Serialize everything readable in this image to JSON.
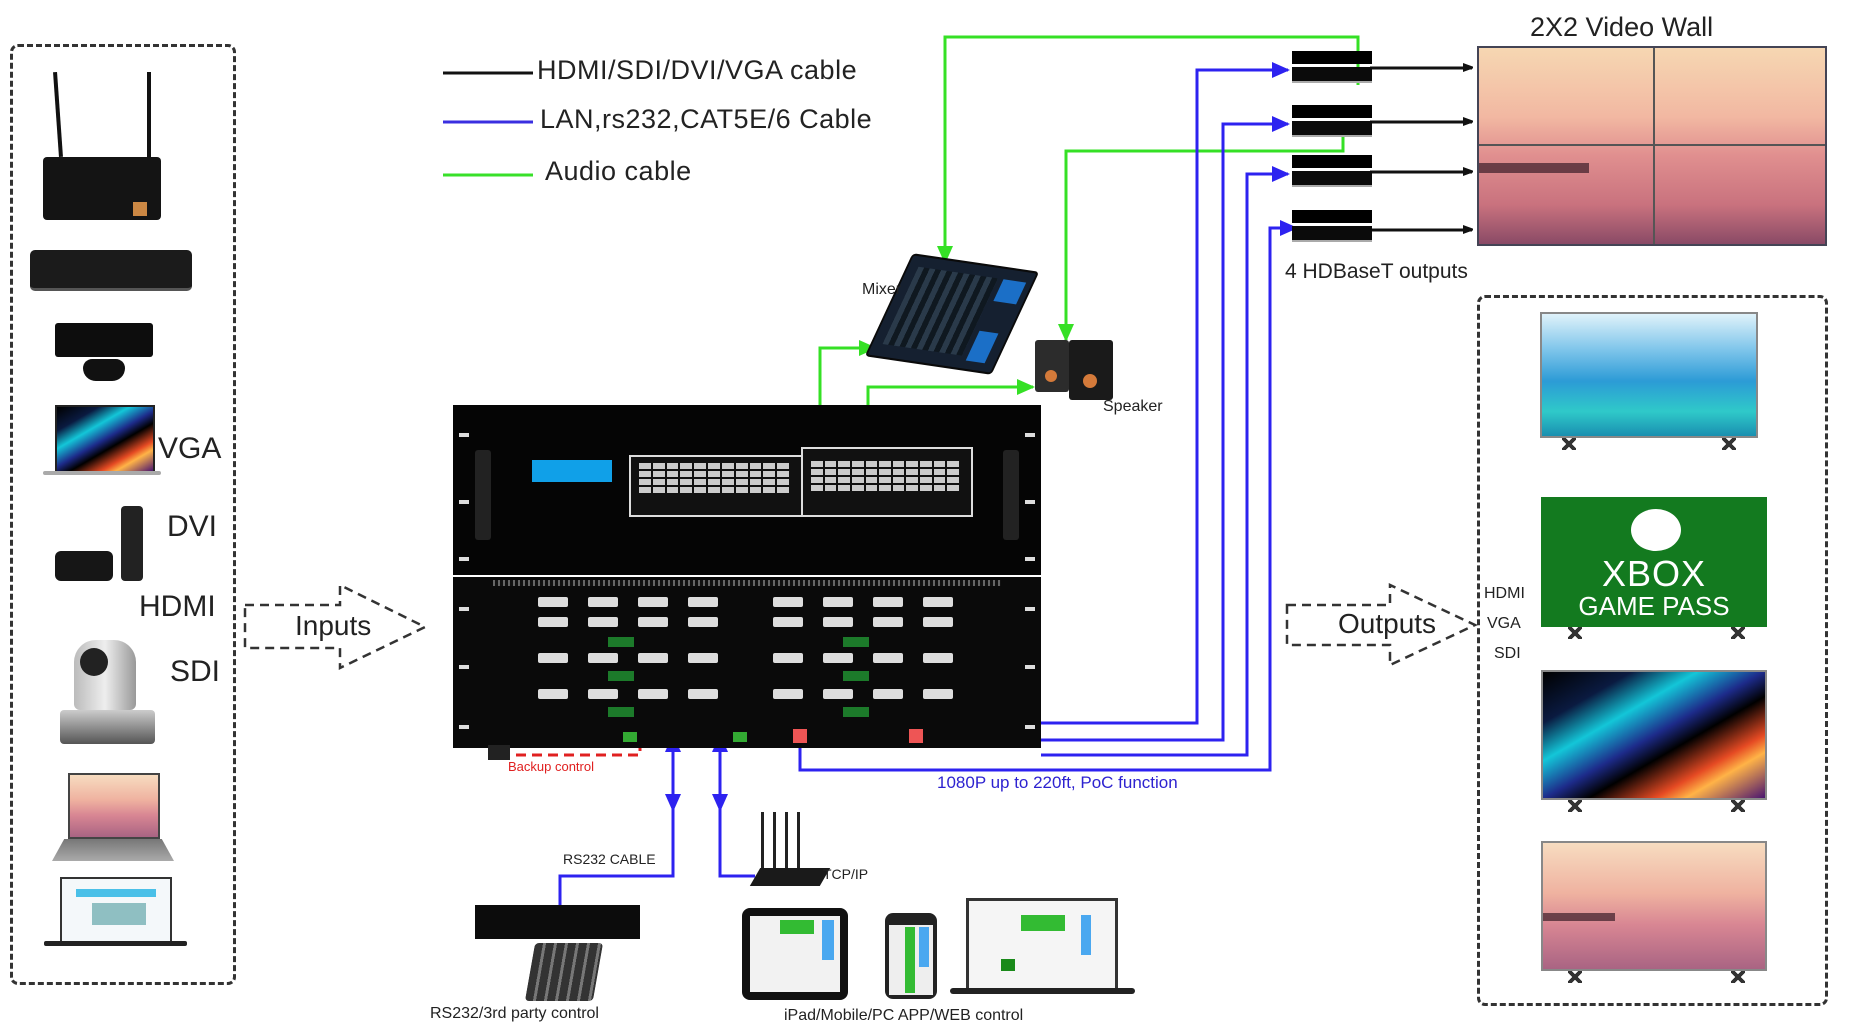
{
  "legend": {
    "items": [
      {
        "label": "HDMI/SDI/DVI/VGA cable",
        "color": "#111111"
      },
      {
        "label": "LAN,rs232,CAT5E/6 Cable",
        "color": "#3a2fe0"
      },
      {
        "label": "Audio cable",
        "color": "#38e02a"
      }
    ]
  },
  "colors": {
    "video_cable": "#111111",
    "lan_cable": "#2d22f0",
    "audio_cable": "#35e025",
    "backup_line": "#e02020",
    "lcd": "#10a0e8",
    "xbox_green": "#137a1f"
  },
  "inputs": {
    "arrow_label": "Inputs",
    "signal_labels": [
      "VGA",
      "DVI",
      "HDMI",
      "SDI"
    ],
    "devices": [
      {
        "name": "HDBaseT receiver with antennas"
      },
      {
        "name": "Blu-ray player"
      },
      {
        "name": "Xbox console"
      },
      {
        "name": "MacBook"
      },
      {
        "name": "Apple TV"
      },
      {
        "name": "PTZ camera"
      },
      {
        "name": "Laptop"
      },
      {
        "name": "Laptop with web UI"
      }
    ]
  },
  "matrix": {
    "backup_label": "Backup control"
  },
  "audio": {
    "mixer_label": "Mixer",
    "speaker_label": "Speaker"
  },
  "outputs": {
    "video_wall_title": "2X2 Video Wall",
    "hdbaset_label": "4 HDBaseT outputs",
    "distance_label": "1080P up to 220ft, PoC function",
    "arrow_label": "Outputs",
    "signal_labels": [
      "HDMI",
      "VGA",
      "SDI"
    ],
    "xbox_line1": "XBOX",
    "xbox_line2": "GAME PASS"
  },
  "control": {
    "rs232_cable_label": "RS232 CABLE",
    "tcpip_label": "TCP/IP",
    "rs232_caption": "RS232/3rd party control",
    "app_caption": "iPad/Mobile/PC APP/WEB control"
  }
}
